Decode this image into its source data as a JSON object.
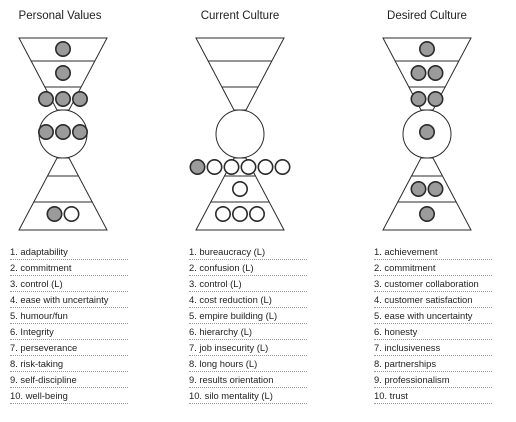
{
  "columns": [
    {
      "title": "Personal Values",
      "rows": [
        {
          "band": "top",
          "circles": [
            {
              "fill": "grey"
            }
          ]
        },
        {
          "band": "upper",
          "circles": [
            {
              "fill": "grey"
            }
          ]
        },
        {
          "band": "neck",
          "circles": [
            {
              "fill": "grey"
            },
            {
              "fill": "grey"
            },
            {
              "fill": "grey"
            }
          ]
        },
        {
          "band": "center",
          "circles": [
            {
              "fill": "grey"
            },
            {
              "fill": "grey"
            },
            {
              "fill": "grey"
            }
          ]
        },
        {
          "band": "base",
          "circles": [
            {
              "fill": "grey"
            },
            {
              "fill": "white"
            }
          ]
        }
      ],
      "items": [
        "1. adaptability",
        "2. commitment",
        "3. control (L)",
        "4. ease with uncertainty",
        "5. humour/fun",
        "6. Integrity",
        "7. perseverance",
        "8. risk-taking",
        "9. self-discipline",
        "10. well-being"
      ]
    },
    {
      "title": "Current Culture",
      "rows": [
        {
          "band": "neck-lower",
          "circles": [
            {
              "fill": "grey"
            },
            {
              "fill": "white"
            },
            {
              "fill": "white"
            },
            {
              "fill": "white"
            },
            {
              "fill": "white"
            },
            {
              "fill": "white"
            }
          ]
        },
        {
          "band": "lower",
          "circles": [
            {
              "fill": "white"
            }
          ]
        },
        {
          "band": "base",
          "circles": [
            {
              "fill": "white"
            },
            {
              "fill": "white"
            },
            {
              "fill": "white"
            }
          ]
        }
      ],
      "items": [
        "1. bureaucracy (L)",
        "2. confusion (L)",
        "3. control (L)",
        "4. cost reduction (L)",
        "5. empire building (L)",
        "6. hierarchy  (L)",
        "7. job insecurity (L)",
        "8. long hours (L)",
        "9. results orientation",
        "10. silo mentality (L)"
      ]
    },
    {
      "title": "Desired Culture",
      "rows": [
        {
          "band": "top",
          "circles": [
            {
              "fill": "grey"
            }
          ]
        },
        {
          "band": "upper",
          "circles": [
            {
              "fill": "grey"
            },
            {
              "fill": "grey"
            }
          ]
        },
        {
          "band": "neck",
          "circles": [
            {
              "fill": "grey"
            },
            {
              "fill": "grey"
            }
          ]
        },
        {
          "band": "center",
          "circles": [
            {
              "fill": "grey"
            }
          ]
        },
        {
          "band": "lower",
          "circles": [
            {
              "fill": "grey"
            },
            {
              "fill": "grey"
            }
          ]
        },
        {
          "band": "base",
          "circles": [
            {
              "fill": "grey"
            }
          ]
        }
      ],
      "items": [
        "1. achievement",
        "2. commitment",
        "3. customer collaboration",
        "4. customer satisfaction",
        "5. ease with uncertainty",
        "6. honesty",
        "7. inclusiveness",
        "8. partnerships",
        "9. professionalism",
        "10. trust"
      ]
    }
  ],
  "colors": {
    "grey": "#9b9b9b",
    "white": "#ffffff",
    "stroke": "#2b2b2b"
  }
}
